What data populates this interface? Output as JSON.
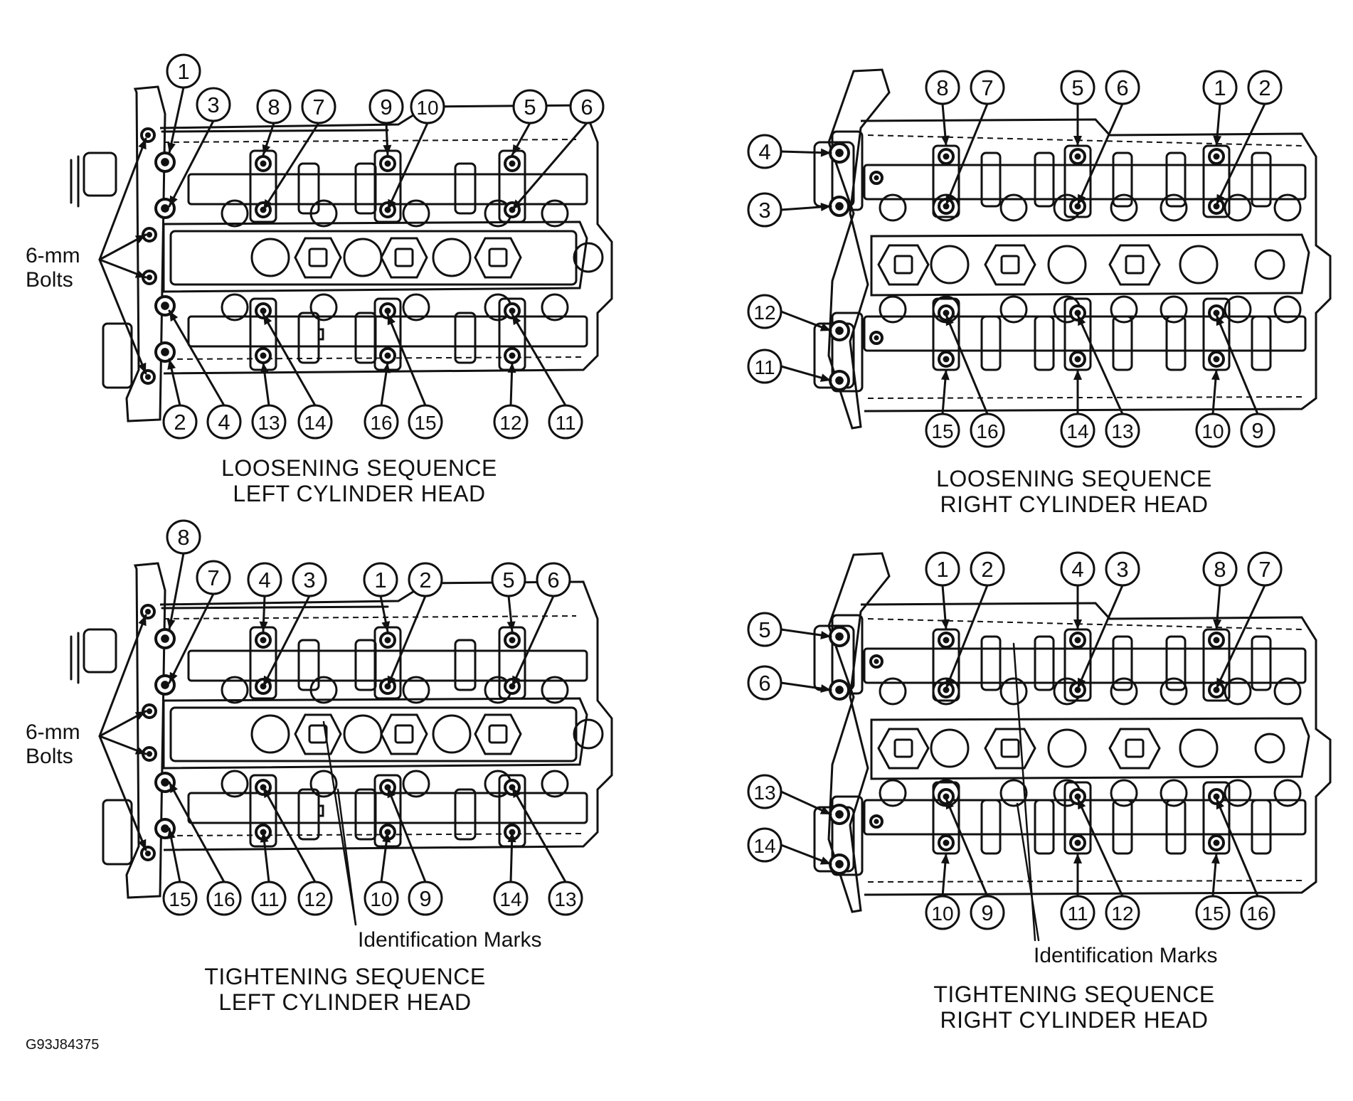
{
  "panels": {
    "p1": {
      "title_line1": "LOOSENING SEQUENCE",
      "title_line2": "LEFT CYLINDER HEAD",
      "bolts_label": [
        "6-mm",
        "Bolts"
      ],
      "numbers": {
        "top": [
          "1",
          "3",
          "8",
          "7",
          "9",
          "10",
          "5",
          "6"
        ],
        "bottom": [
          "2",
          "4",
          "13",
          "14",
          "16",
          "15",
          "12",
          "11"
        ]
      }
    },
    "p2": {
      "title_line1": "LOOSENING SEQUENCE",
      "title_line2": "RIGHT CYLINDER HEAD",
      "numbers": {
        "top": [
          "8",
          "7",
          "5",
          "6",
          "1",
          "2"
        ],
        "left": [
          "4",
          "3",
          "12",
          "11"
        ],
        "bottom": [
          "15",
          "16",
          "14",
          "13",
          "10",
          "9"
        ]
      }
    },
    "p3": {
      "title_line1": "TIGHTENING SEQUENCE",
      "title_line2": "LEFT CYLINDER HEAD",
      "bolts_label": [
        "6-mm",
        "Bolts"
      ],
      "id_marks": "Identification Marks",
      "numbers": {
        "top": [
          "8",
          "7",
          "4",
          "3",
          "1",
          "2",
          "5",
          "6"
        ],
        "bottom": [
          "15",
          "16",
          "11",
          "12",
          "10",
          "9",
          "14",
          "13"
        ]
      }
    },
    "p4": {
      "title_line1": "TIGHTENING SEQUENCE",
      "title_line2": "RIGHT CYLINDER HEAD",
      "id_marks": "Identification Marks",
      "numbers": {
        "top": [
          "1",
          "2",
          "4",
          "3",
          "8",
          "7"
        ],
        "left": [
          "5",
          "6",
          "13",
          "14"
        ],
        "bottom": [
          "10",
          "9",
          "11",
          "12",
          "15",
          "16"
        ]
      }
    }
  },
  "figure_code": "G93J84375"
}
